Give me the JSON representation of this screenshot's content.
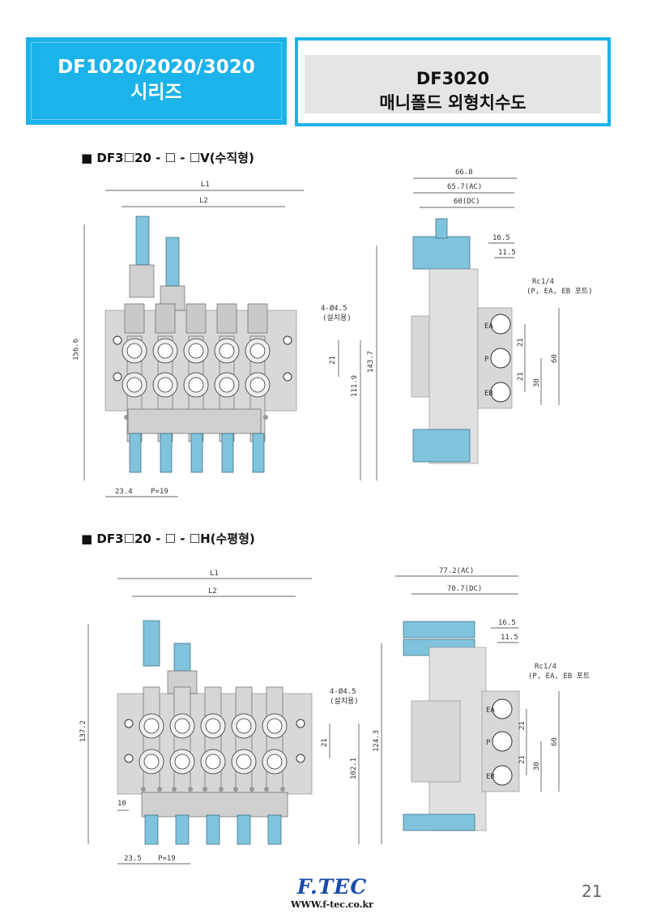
{
  "header": {
    "series_line1": "DF1020/2020/3020",
    "series_line2": "시리즈",
    "model": "DF3020",
    "subtitle": "매니폴드 외형치수도"
  },
  "sections": [
    {
      "heading": "■ DF3☐20 - ☐ - ☐V(수직형)",
      "front_labels": {
        "L1": "L1",
        "L2": "L2",
        "h_total": "156.6",
        "h_mid": "143.7",
        "h_low": "111.9",
        "pitch": "21",
        "holes": "4-Ø4.5",
        "holes_note": "(설치용)",
        "offset": "23.4",
        "pitch_p": "P=19"
      },
      "side_labels": {
        "w1": "66.8",
        "w2": "65.7(AC)",
        "w3": "60(DC)",
        "d1": "16.5",
        "d2": "11.5",
        "port": "Rc1/4",
        "port_note": "(P, EA, EB 포트)",
        "v1": "21",
        "v2": "21",
        "v3": "30",
        "v4": "60",
        "ea": "EA",
        "p": "P",
        "eb": "EB"
      }
    },
    {
      "heading": "■ DF3☐20 - ☐ - ☐H(수평형)",
      "front_labels": {
        "L1": "L1",
        "L2": "L2",
        "h_total": "137.2",
        "h_mid": "124.3",
        "h_low": "102.1",
        "pitch": "21",
        "holes": "4-Ø4.5",
        "holes_note": "(설치용)",
        "offset": "23.5",
        "pitch_p": "P=19",
        "edge": "10"
      },
      "side_labels": {
        "w1": "77.2(AC)",
        "w2": "70.7(DC)",
        "d1": "16.5",
        "d2": "11.5",
        "port": "Rc1/4",
        "port_note": "(P, EA, EB 포트)",
        "v1": "21",
        "v2": "21",
        "v3": "30",
        "v4": "60",
        "ea": "EA",
        "p": "P",
        "eb": "EB"
      }
    }
  ],
  "footer": {
    "logo": "F.TEC",
    "url": "WWW.f-tec.co.kr",
    "page": "21"
  },
  "colors": {
    "accent": "#1bb3ea",
    "valve_blue": "#7fc3dc",
    "body_grey": "#d8d8d8"
  }
}
